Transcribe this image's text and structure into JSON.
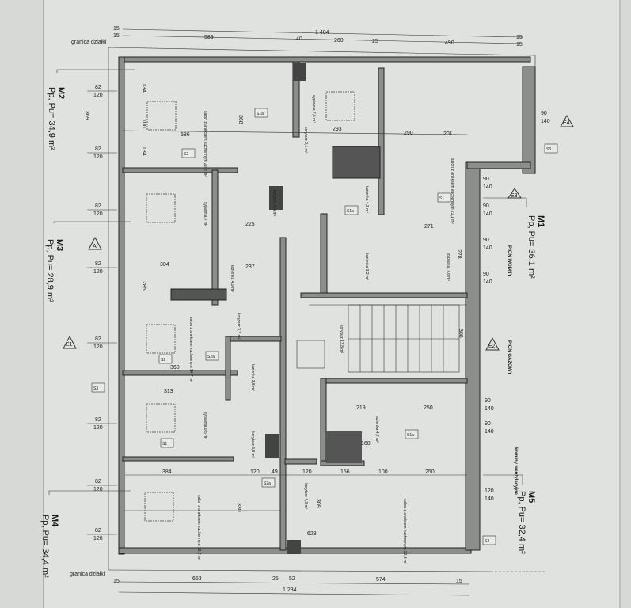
{
  "plan": {
    "boundary_label_top": "granica działki",
    "boundary_label_bottom": "granica działki",
    "top_dimensions": {
      "offset1": "15",
      "offset2": "15",
      "total": "1 404",
      "d1": "589",
      "d2": "40",
      "d3": "260",
      "d4": "25",
      "d5": "490",
      "end1": "15",
      "end2": "15"
    },
    "bottom_dimensions": {
      "start": "15",
      "d1": "653",
      "d2": "25",
      "d3": "52",
      "d4": "574",
      "end": "15",
      "total": "1 234"
    },
    "units": [
      {
        "name": "M1",
        "area": "Pp, Pu= 36,1 m²"
      },
      {
        "name": "M2",
        "area": "Pp, Pu= 34,9 m²"
      },
      {
        "name": "M3",
        "area": "Pp, Pu= 28,9 m²"
      },
      {
        "name": "M4",
        "area": "Pp, Pu= 34,4 m²"
      },
      {
        "name": "M5",
        "area": "Pp, Pu= 32,4 m²"
      }
    ],
    "notes": {
      "water": "PION WODNY",
      "gas": "PION GAZOWY",
      "vent": "kominy wentylacyjne"
    },
    "rooms": [
      "salon z aneksem kuchennym 20,8 m²",
      "sypialnia 7,6 m²",
      "salon z aneksem kuchennym 21,1 m²",
      "korytarz 2,1 m²",
      "korytarz 4,4 m²",
      "łazienka 4,3 m²",
      "sypialnia 7 m²",
      "łazienka 4,9 m²",
      "sypialnia 7,8 m²",
      "łazienka 3,2 m²",
      "salon z aneksem kuchennym 14,7 m²",
      "korytarz 3,3 m²",
      "korytarz 13,8 m²",
      "łazienka 3,8 m²",
      "sypialnia 9,5 m²",
      "łazienka 4,7 m²",
      "korytarz 3,8 m²",
      "salon z aneksem kuchennym 18,2 m²",
      "salon z aneksem kuchennym 22,8 m²",
      "korytarz 4,3 m²"
    ],
    "windows_left": [
      "82",
      "120"
    ],
    "windows_right": [
      "90",
      "140"
    ],
    "windows_right_m5": [
      "120",
      "140"
    ],
    "sections": [
      "A",
      "E1",
      "E2",
      "E3",
      "E4"
    ],
    "symbols": [
      "S1a",
      "S2",
      "S3",
      "S1",
      "S2a",
      "S1a",
      "S2",
      "S3",
      "S1",
      "S2a",
      "S3",
      "S1a"
    ],
    "interior_dims": [
      "134",
      "100",
      "134",
      "369",
      "368",
      "586",
      "293",
      "290",
      "201",
      "304",
      "285",
      "360",
      "313",
      "384",
      "120",
      "49",
      "120",
      "156",
      "100",
      "250",
      "628",
      "330",
      "309",
      "271",
      "278",
      "300",
      "250",
      "219",
      "168",
      "225",
      "237"
    ]
  }
}
